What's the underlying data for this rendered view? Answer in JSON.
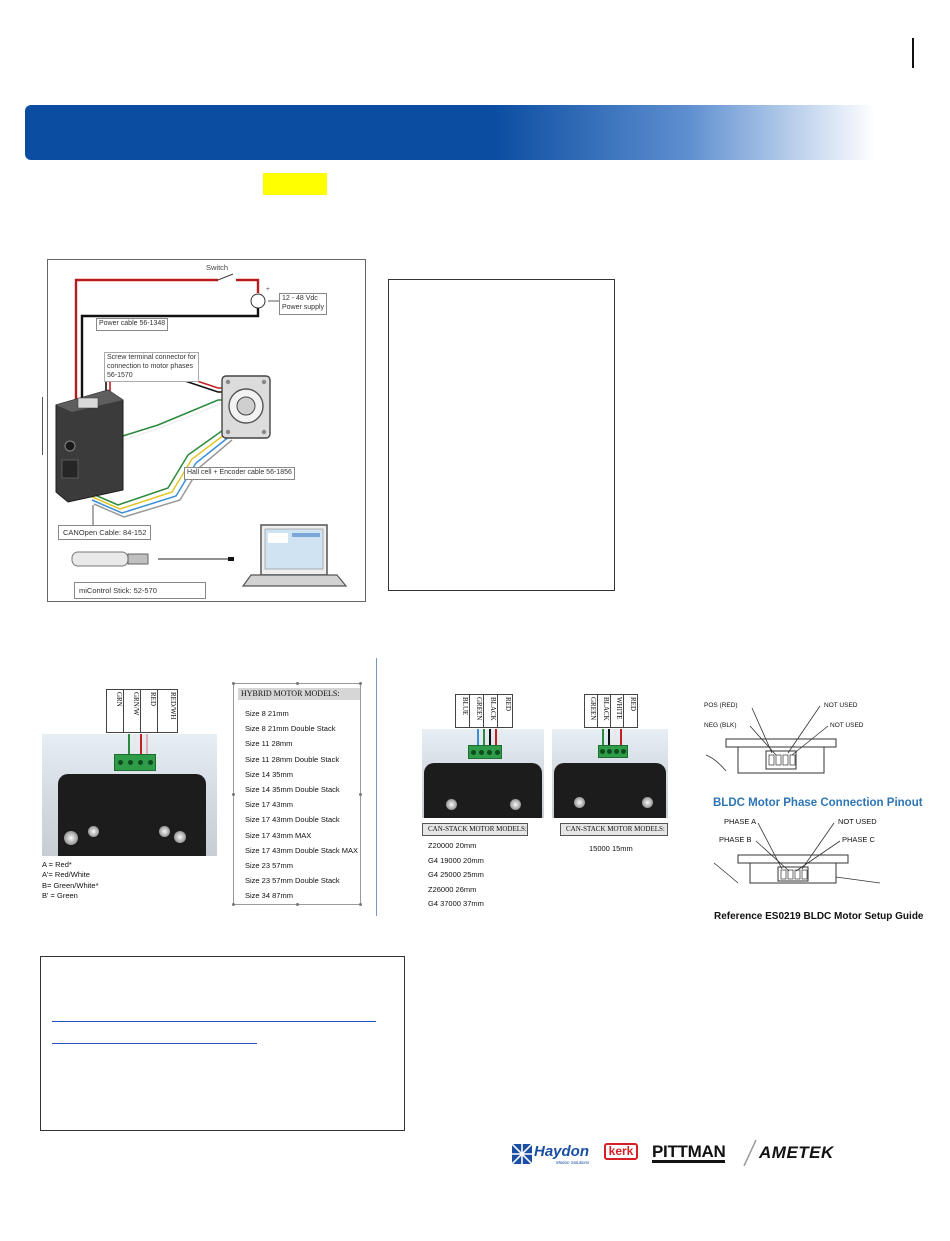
{
  "diagram": {
    "switch": "Switch",
    "supply_line1": "12 - 48 Vdc",
    "supply_line2": "Power supply",
    "power_cable": "Power cable 56-1348",
    "screw_line1": "Screw terminal connector for",
    "screw_line2": "connection to motor phases",
    "screw_line3": "56-1570",
    "hall_cable": "Hall cell + Encoder cable 56-1856",
    "canopen": "CANOpen Cable: 84-152",
    "stick": "miControl Stick: 52-570"
  },
  "hybrid": {
    "wires": [
      "GRN",
      "GRN/W",
      "RED",
      "RED/WH"
    ],
    "legend": [
      "A = Red*",
      "A'= Red/White",
      "B= Green/White*",
      "B' = Green"
    ]
  },
  "hybrid_models": {
    "title": "HYBRID MOTOR MODELS:",
    "items": [
      "Size 8 21mm",
      "Size 8 21mm Double Stack",
      "Size 11 28mm",
      "Size 11 28mm Double Stack",
      "Size 14 35mm",
      "Size 14 35mm Double Stack",
      "Size 17 43mm",
      "Size 17 43mm Double Stack",
      "Size 17 43mm MAX",
      "Size 17 43mm Double Stack MAX",
      "Size 23 57mm",
      "Size 23 57mm Double Stack",
      "Size 34 87mm"
    ]
  },
  "canstack1": {
    "wires": [
      "BLUE",
      "GREEN",
      "BLACK",
      "RED"
    ],
    "title": "CAN-STACK MOTOR MODELS:",
    "items": [
      "Z20000 20mm",
      "G4 19000 20mm",
      "G4 25000 25mm",
      "Z26000 26mm",
      "G4 37000 37mm"
    ]
  },
  "canstack2": {
    "wires": [
      "GREEN",
      "BLACK",
      "WHITE",
      "RED"
    ],
    "title": "CAN-STACK MOTOR MODELS:",
    "items": [
      "15000 15mm"
    ]
  },
  "bldc": {
    "pos": "POS (RED)",
    "neg": "NEG (BLK)",
    "not_used_1": "NOT USED",
    "not_used_2": "NOT USED",
    "title": "BLDC Motor Phase Connection Pinout",
    "phase_a": "PHASE A",
    "phase_b": "PHASE B",
    "phase_c": "PHASE C",
    "not_used_3": "NOT USED",
    "reference": "Reference ES0219 BLDC Motor Setup Guide"
  },
  "logos": {
    "haydon": "Haydon",
    "kerk": "kerk",
    "motion": "Motion Solutions",
    "pittman": "PITTMAN",
    "ametek": "AMETEK"
  },
  "colors": {
    "banner": "#0b4da1",
    "highlight": "#ffff00",
    "pinout_title": "#2e75b6",
    "link": "#2a4fbf",
    "terminal_green": "#2e9c48"
  }
}
